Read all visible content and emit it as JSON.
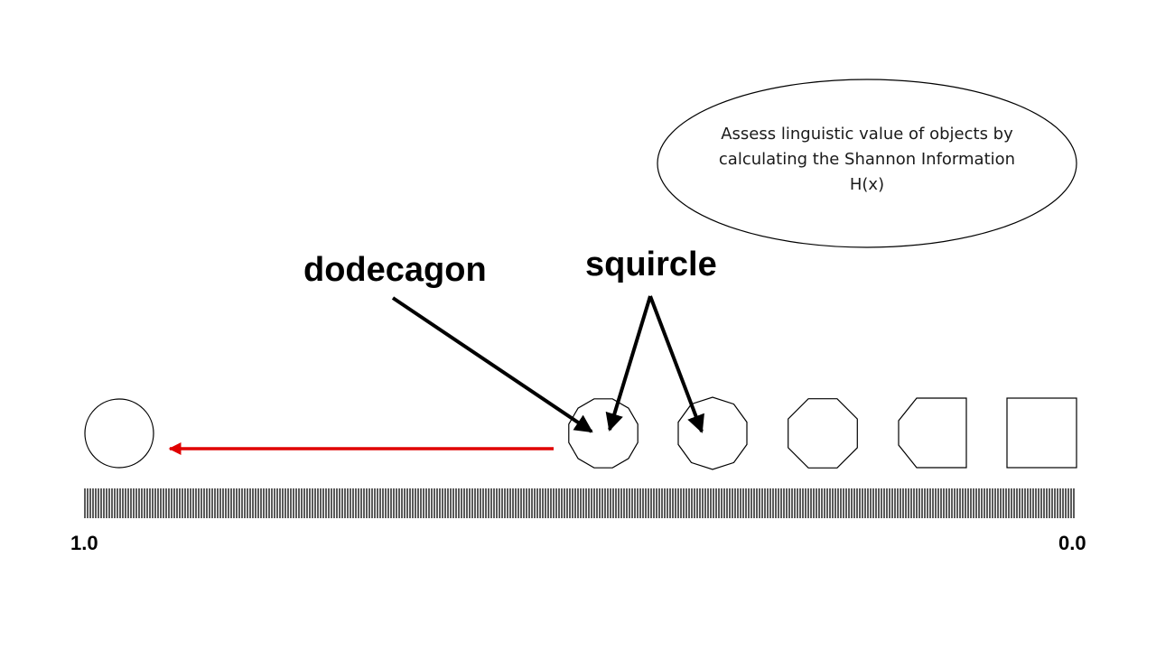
{
  "callout": {
    "line1": "Assess  linguistic value of objects by",
    "line2": "calculating the Shannon Information",
    "line3": "H(x)"
  },
  "labels": {
    "dodecagon": "dodecagon",
    "squircle": "squircle"
  },
  "scale": {
    "left_value": "1.0",
    "right_value": "0.0"
  },
  "colors": {
    "arrow_red": "#e00000",
    "stroke": "#000000"
  }
}
